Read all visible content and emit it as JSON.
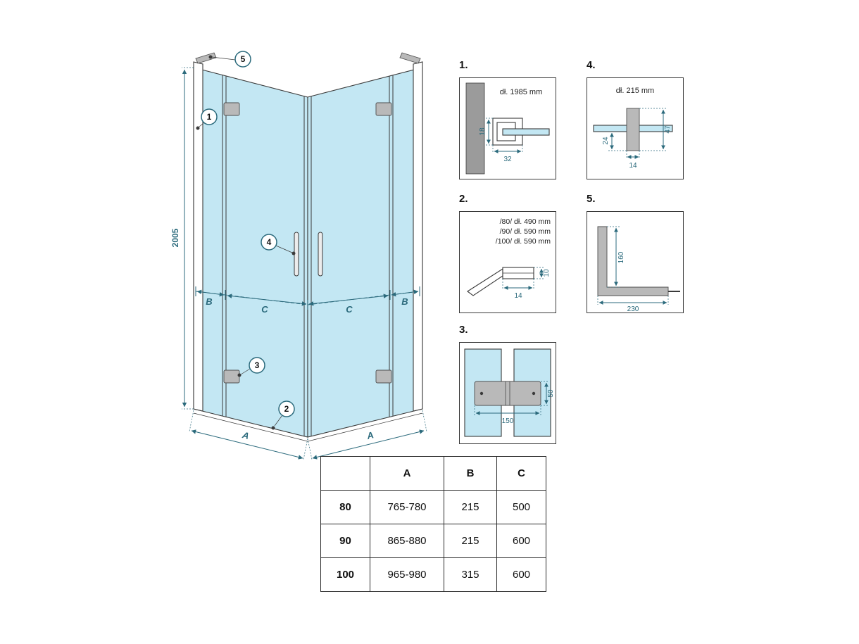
{
  "colors": {
    "glass": "#c3e7f3",
    "line": "#3a3a3a",
    "dim": "#2b6a7c",
    "metal": "#b9b9b9",
    "wall": "#9b9b9b"
  },
  "figure": {
    "height_dim": "2005",
    "dim_a_left": "A",
    "dim_a_right": "A",
    "dim_b_left": "B",
    "dim_c_left": "C",
    "dim_c_right": "C",
    "dim_b_right": "B",
    "callouts": {
      "c1": "1",
      "c2": "2",
      "c3": "3",
      "c4": "4",
      "c5": "5"
    }
  },
  "detail_1": {
    "label": "1.",
    "length": "dł. 1985 mm",
    "dim_v": "18",
    "dim_h": "32"
  },
  "detail_2": {
    "label": "2.",
    "lines": [
      "/80/ dł. 490 mm",
      "/90/ dł. 590 mm",
      "/100/ dł. 590 mm"
    ],
    "dim_h": "14",
    "dim_v": "10"
  },
  "detail_3": {
    "label": "3.",
    "dim_h": "150",
    "dim_v": "50"
  },
  "detail_4": {
    "label": "4.",
    "length": "dł. 215 mm",
    "dim_v_left": "24",
    "dim_h": "14",
    "dim_v_right": "47"
  },
  "detail_5": {
    "label": "5.",
    "dim_v": "160",
    "dim_h": "230"
  },
  "table": {
    "headers": [
      "",
      "A",
      "B",
      "C"
    ],
    "rows": [
      {
        "size": "80",
        "a": "765-780",
        "b": "215",
        "c": "500"
      },
      {
        "size": "90",
        "a": "865-880",
        "b": "215",
        "c": "600"
      },
      {
        "size": "100",
        "a": "965-980",
        "b": "315",
        "c": "600"
      }
    ]
  }
}
